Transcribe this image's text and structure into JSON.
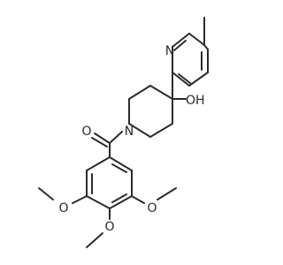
{
  "molecule": {
    "atom_labels": {
      "pyridine_nitrogen": "N",
      "hydroxyl": "OH",
      "amide_nitrogen": "N",
      "carbonyl_oxygen": "O",
      "methoxy_left_oxygen": "O",
      "methoxy_bottom_oxygen": "O",
      "methoxy_right_oxygen": "O"
    },
    "colors": {
      "bond": "#2b2b2b",
      "label": "#2b2b2b",
      "background": "#ffffff"
    }
  }
}
